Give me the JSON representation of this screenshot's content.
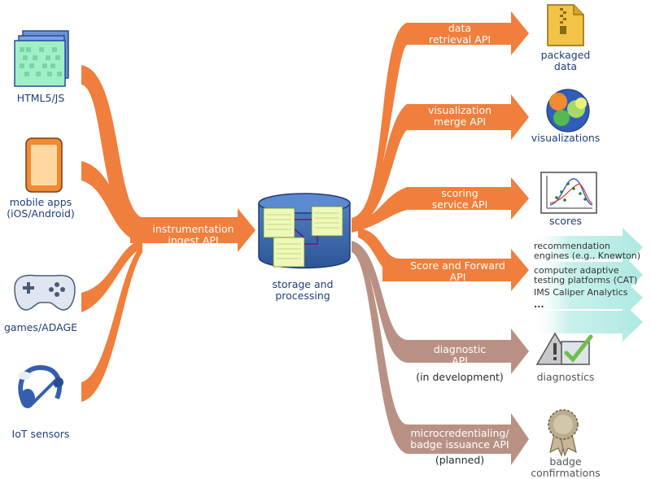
{
  "inputs": [
    {
      "label": "HTML5/JS",
      "icon": "html5-screens-icon"
    },
    {
      "label": "mobile apps\n(iOS/Android)",
      "icon": "tablet-icon"
    },
    {
      "label": "games/ADAGE",
      "icon": "gamepad-icon"
    },
    {
      "label": "IoT sensors",
      "icon": "headset-icon"
    }
  ],
  "ingest": {
    "label": "instrumentation\ningest API"
  },
  "storage": {
    "label": "storage and\nprocessing",
    "icon": "database-icon"
  },
  "outputs": [
    {
      "api": "data\nretrieval API",
      "result": "packaged\ndata",
      "icon": "zip-file-icon",
      "note": ""
    },
    {
      "api": "visualization\nmerge API",
      "result": "visualizations",
      "icon": "venn-circles-icon",
      "note": ""
    },
    {
      "api": "scoring\nservice API",
      "result": "scores",
      "icon": "scatter-plot-icon",
      "note": ""
    },
    {
      "api": "Score and Forward\nAPI",
      "result": "",
      "icon": "",
      "note": ""
    },
    {
      "api": "diagnostic\nAPI",
      "result": "diagnostics",
      "icon": "warning-check-icon",
      "note": "(in development)"
    },
    {
      "api": "microcredentialing/\nbadge issuance API",
      "result": "badge\nconfirmations",
      "icon": "badge-icon",
      "note": "(planned)"
    }
  ],
  "forward_targets": [
    "recommendation\nengines (e.g., Knewton)",
    "computer adaptive\ntesting platforms (CAT)",
    "IMS Caliper Analytics",
    "..."
  ],
  "colors": {
    "flow": "#f07e3c",
    "planned_flow": "#b99184",
    "forward_arrow": "#c9f1ec",
    "label": "#1f3f78",
    "storage_fill": "#3b67ad"
  }
}
